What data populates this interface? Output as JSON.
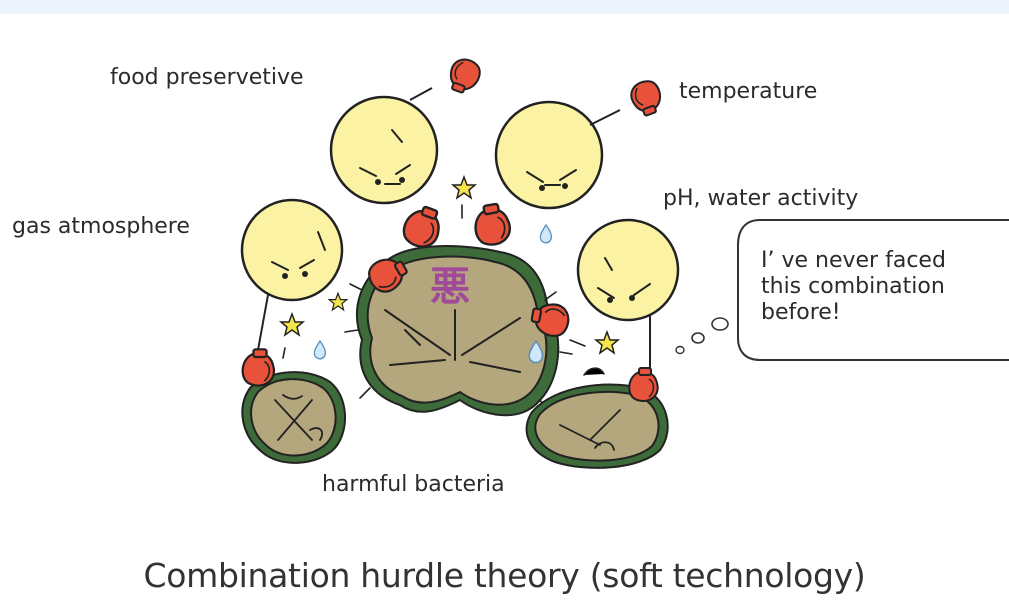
{
  "labels": {
    "food_preservative": "food preservetive",
    "temperature": "temperature",
    "gas_atmosphere": "gas atmosphere",
    "ph_water_activity": "pH, water activity",
    "harmful_bacteria": "harmful bacteria"
  },
  "bacteria_glyph": "悪",
  "speech_bubble": {
    "lines": [
      "I’  ve never faced",
      "this combination",
      "before!"
    ]
  },
  "caption": "Combination hurdle theory (soft technology)",
  "colors": {
    "hurdle_face": "#fbf3a3",
    "boxing_glove": "#e8523a",
    "bacteria_body": "#b4a77e",
    "bacteria_spikes": "#3d6b3a",
    "bacteria_glyph": "#a24a9a",
    "impact_star": "#f6e44c",
    "water_drop": "#8fc7ec",
    "ink": "#222222"
  },
  "icons": [
    "hurdle-face-icon",
    "boxing-glove-icon",
    "bacteria-blob-icon",
    "impact-star-icon",
    "water-drop-icon",
    "thought-bubble-icon"
  ]
}
